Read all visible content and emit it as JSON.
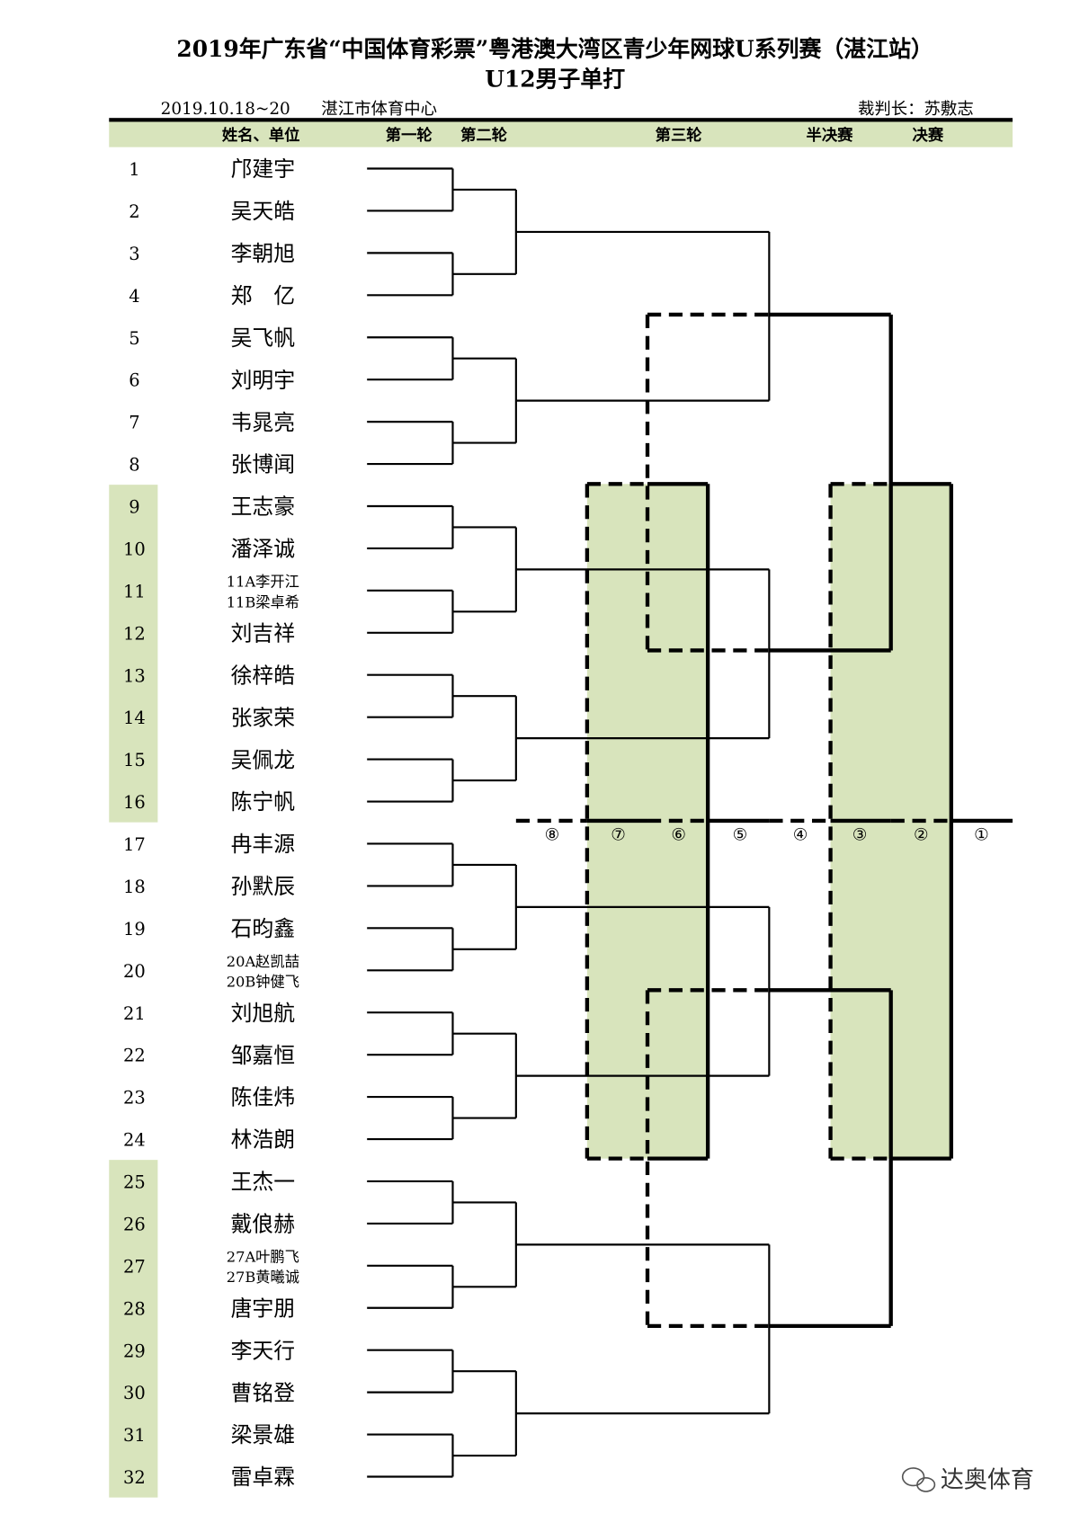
{
  "header": {
    "title": "2019年广东省“中国体育彩票”粤港澳大湾区青少年网球U系列赛（湛江站）",
    "subtitle": "U12男子单打",
    "date": "2019.10.18~20",
    "venue": "湛江市体育中心",
    "referee": "裁判长：苏敷志"
  },
  "columns": {
    "name": "姓名、单位",
    "round1": "第一轮",
    "round2": "第二轮",
    "round3": "第三轮",
    "semifinal": "半决赛",
    "final": "决赛"
  },
  "players": [
    {
      "no": "1",
      "name": "邝建宇"
    },
    {
      "no": "2",
      "name": "吴天皓"
    },
    {
      "no": "3",
      "name": "李朝旭"
    },
    {
      "no": "4",
      "name": "郑　亿"
    },
    {
      "no": "5",
      "name": "吴飞帆"
    },
    {
      "no": "6",
      "name": "刘明宇"
    },
    {
      "no": "7",
      "name": "韦晁亮"
    },
    {
      "no": "8",
      "name": "张博闻"
    },
    {
      "no": "9",
      "name": "王志豪"
    },
    {
      "no": "10",
      "name": "潘泽诚"
    },
    {
      "no": "11",
      "name": "11A李开江",
      "name2": "11B梁卓希"
    },
    {
      "no": "12",
      "name": "刘吉祥"
    },
    {
      "no": "13",
      "name": "徐梓皓"
    },
    {
      "no": "14",
      "name": "张家荣"
    },
    {
      "no": "15",
      "name": "吴佩龙"
    },
    {
      "no": "16",
      "name": "陈宁帆"
    },
    {
      "no": "17",
      "name": "冉丰源"
    },
    {
      "no": "18",
      "name": "孙默辰"
    },
    {
      "no": "19",
      "name": "石昀鑫"
    },
    {
      "no": "20",
      "name": "20A赵凯喆",
      "name2": "20B钟健飞"
    },
    {
      "no": "21",
      "name": "刘旭航"
    },
    {
      "no": "22",
      "name": "邹嘉恒"
    },
    {
      "no": "23",
      "name": "陈佳炜"
    },
    {
      "no": "24",
      "name": "林浩朗"
    },
    {
      "no": "25",
      "name": "王杰一"
    },
    {
      "no": "26",
      "name": "戴俍赫"
    },
    {
      "no": "27",
      "name": "27A叶鹏飞",
      "name2": "27B黄曦诚"
    },
    {
      "no": "28",
      "name": "唐宇朋"
    },
    {
      "no": "29",
      "name": "李天行"
    },
    {
      "no": "30",
      "name": "曹铭登"
    },
    {
      "no": "31",
      "name": "梁景雄"
    },
    {
      "no": "32",
      "name": "雷卓霖"
    }
  ],
  "court_labels": [
    "⑧",
    "⑦",
    "⑥",
    "⑤",
    "④",
    "③",
    "②",
    "①"
  ],
  "watermark": "达奥体育",
  "colors": {
    "green": "#d8e4bc",
    "line": "#000000"
  }
}
